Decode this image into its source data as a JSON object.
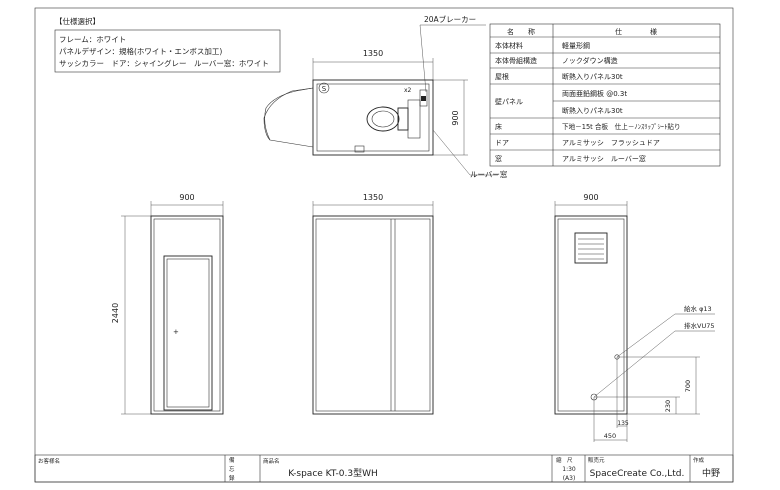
{
  "selection_box": {
    "title": "【仕様選択】",
    "lines": [
      "フレーム：ホワイト",
      "パネルデザイン：規格(ホワイト・エンボス加工)",
      "サッシカラー　ドア：シャイングレー　ルーバー窓：ホワイト"
    ]
  },
  "spec_table": {
    "headers": [
      "名　　称",
      "仕　　　　様"
    ],
    "rows": [
      {
        "name": "本体材料",
        "spec": [
          "軽量形鋼"
        ]
      },
      {
        "name": "本体骨組構造",
        "spec": [
          "ノックダウン構造"
        ]
      },
      {
        "name": "屋根",
        "spec": [
          "断熱入りパネル30t"
        ]
      },
      {
        "name": "壁パネル",
        "spec": [
          "両面亜鉛鋼板 @0.3t",
          "断熱入りパネル30t"
        ]
      },
      {
        "name": "床",
        "spec": [
          "下地－15t 合板　仕上－ﾉﾝｽﾘｯﾌﾟｼｰﾄ貼り"
        ]
      },
      {
        "name": "ドア",
        "spec": [
          "アルミサッシ　フラッシュドア"
        ]
      },
      {
        "name": "窓",
        "spec": [
          "アルミサッシ　ルーバー窓"
        ]
      }
    ]
  },
  "plan": {
    "breaker_label": "20Aブレーカー",
    "width_dim": "1350",
    "depth_dim": "900",
    "outlet_label": "x2",
    "s_mark": "S",
    "louver_label": "ルーバー窓"
  },
  "elevations": {
    "front_width": "900",
    "height": "2440",
    "side_width": "1350",
    "back_width": "900",
    "water_supply": "給水 φ13",
    "drain": "排水VU75",
    "dim_700": "700",
    "dim_230": "230",
    "dim_135": "135",
    "dim_450": "450"
  },
  "title_block": {
    "client_label": "お客様名",
    "remarks_label": [
      "備",
      "忘",
      "録"
    ],
    "product_label": "商品名",
    "product_name": "K-space KT-0.3型WH",
    "scale_label": "縮　尺",
    "scale_value": "1:30",
    "paper_size": "(A3)",
    "seller_label": "販売元",
    "company": "SpaceCreate Co.,Ltd.",
    "author_label": "作成",
    "author": "中野"
  }
}
